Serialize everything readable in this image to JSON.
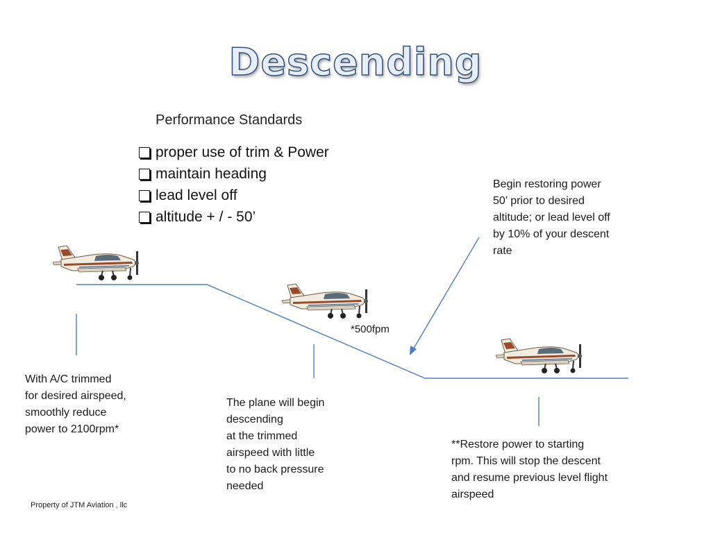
{
  "title": "Descending",
  "subtitle": "Performance Standards",
  "standards": [
    "proper use of trim & Power",
    "maintain heading",
    "lead level off",
    "altitude + / - 50’"
  ],
  "notes": {
    "level_flight": "With A/C trimmed\nfor desired airspeed,\nsmoothly reduce\npower to 2100rpm*",
    "descending": "The plane will begin\ndescending\nat the trimmed\nairspeed with little\nto no back pressure\nneeded",
    "restore": "**Restore power to starting\nrpm. This will stop the descent\nand resume previous level flight\nairspeed",
    "level_off": "Begin restoring power\n50’ prior to desired\naltitude; or lead level off\nby 10% of your descent\nrate"
  },
  "rate_label": "*500fpm",
  "footer": "Property of JTM Aviation , llc",
  "colors": {
    "line": "#4a7fc1",
    "title_fill": "#e8eef8",
    "title_outline": "#33507a",
    "fuselage": "#f1ece0",
    "stripe": "#9a4a2a"
  },
  "icons": [
    "airplane-icon",
    "checkbox-icon",
    "arrow-icon"
  ]
}
